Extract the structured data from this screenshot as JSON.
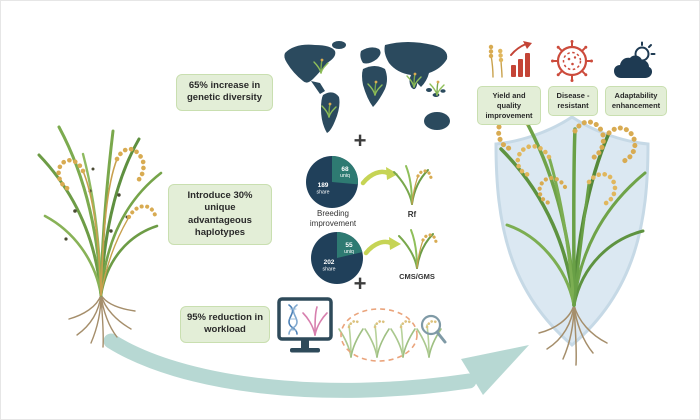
{
  "stats": {
    "genetic_diversity": "65% increase in genetic diversity",
    "haplotypes": "Introduce 30% unique advantageous haplotypes",
    "workload": "95% reduction in workload"
  },
  "plus": "+",
  "breeding": {
    "label": "Breeding improvement",
    "pie_rf": {
      "uniq_value": "68",
      "uniq_label": "uniq",
      "share_value": "189",
      "share_label": "share"
    },
    "pie_cms": {
      "uniq_value": "55",
      "uniq_label": "uniq",
      "share_value": "202",
      "share_label": "share"
    },
    "rf_label": "Rf",
    "cms_label": "CMS/GMS"
  },
  "benefits": [
    {
      "label": "Yield and quality improvement",
      "icon": "yield-chart-icon"
    },
    {
      "label": "Disease -resistant",
      "icon": "pathogen-icon"
    },
    {
      "label": "Adaptability enhancement",
      "icon": "weather-icon"
    }
  ],
  "chart_data": [
    {
      "type": "pie",
      "title": "Rf breeding improvement",
      "slices": [
        {
          "label": "uniq",
          "value": 68
        },
        {
          "label": "share",
          "value": 189
        }
      ]
    },
    {
      "type": "pie",
      "title": "CMS/GMS breeding improvement",
      "slices": [
        {
          "label": "uniq",
          "value": 55
        },
        {
          "label": "share",
          "value": 202
        }
      ]
    }
  ],
  "colors": {
    "box_bg": "#e3eed7",
    "navy": "#20405a",
    "teal_slice": "#2e7a72",
    "big_arrow": "#b7d8d3",
    "gold": "#d8ab52",
    "leaf_green": "#6d9c46",
    "shield_blue": "#dbe8f2",
    "virus_red": "#cc4b3c",
    "small_arrow_green": "#c6d455"
  }
}
